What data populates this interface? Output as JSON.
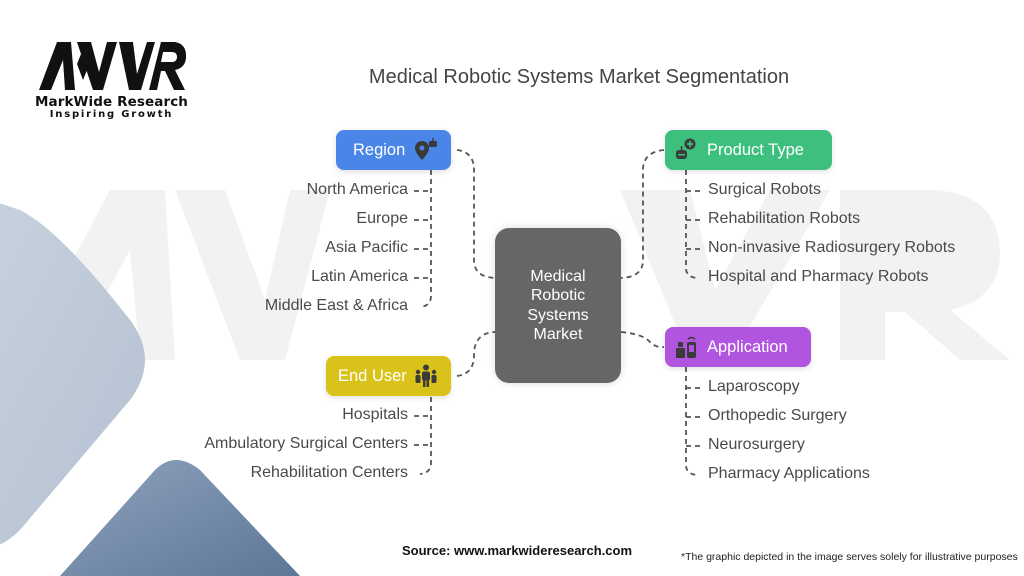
{
  "brand": {
    "name": "MarkWide Research",
    "tagline": "Inspiring Growth",
    "logo_letters": "MWR"
  },
  "title": "Medical Robotic Systems Market Segmentation",
  "center": {
    "lines": [
      "Medical",
      "Robotic",
      "Systems",
      "Market"
    ],
    "color": "#666666"
  },
  "segments": [
    {
      "id": "region",
      "label": "Region",
      "icon": "map-pin-robot-icon",
      "color": "#4a86e8",
      "items": [
        "North America",
        "Europe",
        "Asia Pacific",
        "Latin America",
        "Middle East & Africa"
      ]
    },
    {
      "id": "product-type",
      "label": "Product Type",
      "icon": "robot-plus-icon",
      "color": "#3dbf7e",
      "items": [
        "Surgical Robots",
        "Rehabilitation Robots",
        "Non-invasive Radiosurgery Robots",
        "Hospital and Pharmacy Robots"
      ]
    },
    {
      "id": "end-user",
      "label": "End User",
      "icon": "people-group-icon",
      "color": "#d9c21a",
      "items": [
        "Hospitals",
        "Ambulatory Surgical Centers",
        "Rehabilitation Centers"
      ]
    },
    {
      "id": "application",
      "label": "Application",
      "icon": "medical-devices-icon",
      "color": "#b154e0",
      "items": [
        "Laparoscopy",
        "Orthopedic Surgery",
        "Neurosurgery",
        "Pharmacy Applications"
      ]
    }
  ],
  "footer": {
    "source": "Source: www.markwideresearch.com",
    "note": "*The graphic depicted in the image serves solely for illustrative purposes"
  }
}
